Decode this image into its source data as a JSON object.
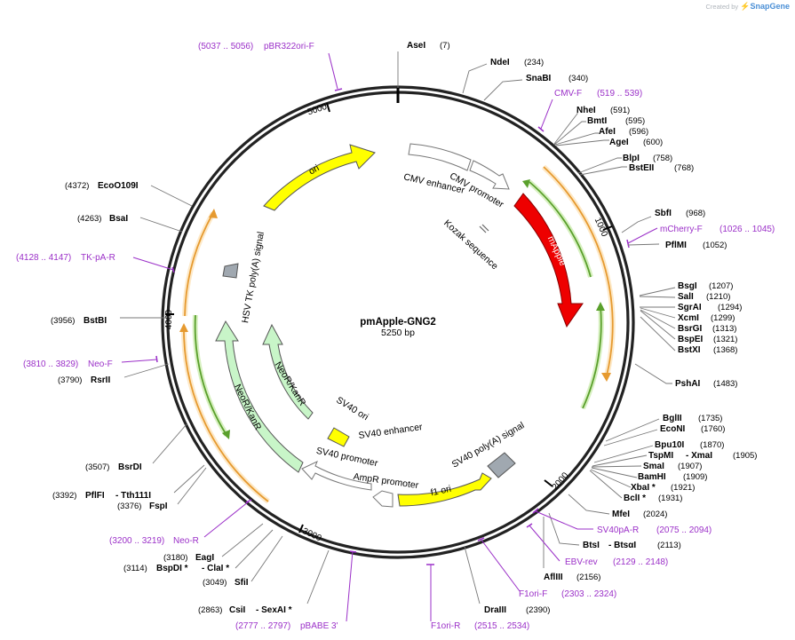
{
  "brand": {
    "created_by": "Created by",
    "name": "SnapGene"
  },
  "plasmid": {
    "name": "pmApple-GNG2",
    "size_label": "5250 bp",
    "length": 5250
  },
  "ticks": [
    {
      "pos": 1000,
      "label": "1000"
    },
    {
      "pos": 2000,
      "label": "2000"
    },
    {
      "pos": 3000,
      "label": "3000"
    },
    {
      "pos": 4000,
      "label": "4000"
    },
    {
      "pos": 5000,
      "label": "5000"
    }
  ],
  "enzymes": [
    {
      "name": "AseI",
      "pos": "(7)"
    },
    {
      "name": "NdeI",
      "pos": "(234)"
    },
    {
      "name": "SnaBI",
      "pos": "(340)"
    },
    {
      "name": "NheI",
      "pos": "(591)"
    },
    {
      "name": "BmtI",
      "pos": "(595)"
    },
    {
      "name": "AfeI",
      "pos": "(596)"
    },
    {
      "name": "AgeI",
      "pos": "(600)"
    },
    {
      "name": "BlpI",
      "pos": "(758)"
    },
    {
      "name": "BstEII",
      "pos": "(768)"
    },
    {
      "name": "SbfI",
      "pos": "(968)"
    },
    {
      "name": "PflMI",
      "pos": "(1052)"
    },
    {
      "name": "BsgI",
      "pos": "(1207)"
    },
    {
      "name": "SalI",
      "pos": "(1210)"
    },
    {
      "name": "SgrAI",
      "pos": "(1294)"
    },
    {
      "name": "XcmI",
      "pos": "(1299)"
    },
    {
      "name": "BsrGI",
      "pos": "(1313)"
    },
    {
      "name": "BspEI",
      "pos": "(1321)"
    },
    {
      "name": "BstXI",
      "pos": "(1368)"
    },
    {
      "name": "PshAI",
      "pos": "(1483)"
    },
    {
      "name": "BglII",
      "pos": "(1735)"
    },
    {
      "name": "EcoNI",
      "pos": "(1760)"
    },
    {
      "name": "Bpu10I",
      "pos": "(1870)"
    },
    {
      "name": "TspMI",
      "extra": "- XmaI",
      "pos": "(1905)"
    },
    {
      "name": "SmaI",
      "pos": "(1907)"
    },
    {
      "name": "BamHI",
      "pos": "(1909)"
    },
    {
      "name": "XbaI *",
      "pos": "(1921)"
    },
    {
      "name": "BclI *",
      "pos": "(1931)"
    },
    {
      "name": "MfeI",
      "pos": "(2024)"
    },
    {
      "name": "BtsI",
      "extra": "- BtsαI",
      "pos": "(2113)"
    },
    {
      "name": "AflIII",
      "pos": "(2156)"
    },
    {
      "name": "DraIII",
      "pos": "(2390)"
    },
    {
      "name": "CsiI",
      "extra": "- SexAI *",
      "pos": "(2863)"
    },
    {
      "name": "SfiI",
      "pos": "(3049)"
    },
    {
      "name": "BspDI *",
      "extra": "- ClaI *",
      "pos": "(3114)"
    },
    {
      "name": "EagI",
      "pos": "(3180)"
    },
    {
      "name": "FspI",
      "pos": "(3376)"
    },
    {
      "name": "PflFI",
      "extra": "- Tth111I",
      "pos": "(3392)"
    },
    {
      "name": "BsrDI",
      "pos": "(3507)"
    },
    {
      "name": "RsrII",
      "pos": "(3790)"
    },
    {
      "name": "BstBI",
      "pos": "(3956)"
    },
    {
      "name": "BsaI",
      "pos": "(4263)"
    },
    {
      "name": "EcoO109I",
      "pos": "(4372)"
    }
  ],
  "primers": [
    {
      "name": "pBR322ori-F",
      "range": "(5037 .. 5056)"
    },
    {
      "name": "CMV-F",
      "range": "(519 .. 539)"
    },
    {
      "name": "mCherry-F",
      "range": "(1026 .. 1045)"
    },
    {
      "name": "SV40pA-R",
      "range": "(2075 .. 2094)"
    },
    {
      "name": "EBV-rev",
      "range": "(2129 .. 2148)"
    },
    {
      "name": "F1ori-F",
      "range": "(2303 .. 2324)"
    },
    {
      "name": "F1ori-R",
      "range": "(2515 .. 2534)"
    },
    {
      "name": "pBABE 3'",
      "range": "(2777 .. 2797)"
    },
    {
      "name": "Neo-R",
      "range": "(3200 .. 3219)"
    },
    {
      "name": "Neo-F",
      "range": "(3810 .. 3829)"
    },
    {
      "name": "TK-pA-R",
      "range": "(4128 .. 4147)"
    }
  ],
  "features": [
    {
      "name": "CMV enhancer"
    },
    {
      "name": "CMV promoter"
    },
    {
      "name": "Kozak sequence"
    },
    {
      "name": "mApple"
    },
    {
      "name": "SV40 poly(A) signal"
    },
    {
      "name": "f1 ori"
    },
    {
      "name": "AmpR promoter"
    },
    {
      "name": "SV40 promoter"
    },
    {
      "name": "SV40 enhancer"
    },
    {
      "name": "SV40 ori"
    },
    {
      "name": "NeoR/KanR"
    },
    {
      "name": "HSV TK poly(A) signal"
    },
    {
      "name": "ori"
    }
  ],
  "colors": {
    "backbone": "#222222",
    "enzyme_line": "#666666",
    "primer": "#9b30c8",
    "cmv": "#ffffff",
    "mapple": "#ee0000",
    "polyA": "#a0a8b0",
    "f1ori": "#ffff00",
    "neo": "#c8f5c8",
    "ori": "#ffff00",
    "orf_orange": "#e69a30",
    "orf_green": "#5aa02c"
  }
}
